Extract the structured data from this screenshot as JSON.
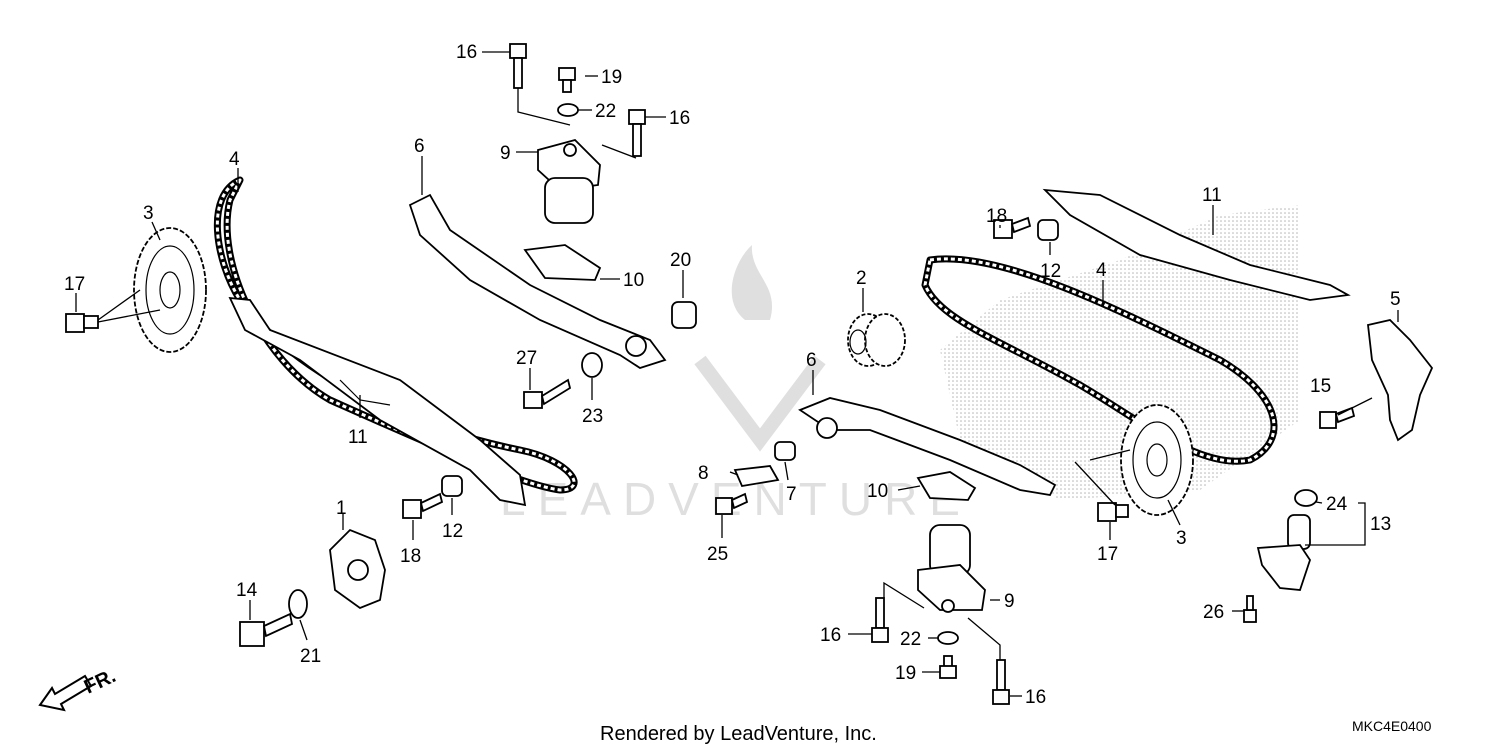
{
  "callouts": {
    "c1": "1",
    "c2": "2",
    "c3a": "3",
    "c3b": "3",
    "c4a": "4",
    "c4b": "4",
    "c5": "5",
    "c6a": "6",
    "c6b": "6",
    "c7": "7",
    "c8": "8",
    "c9a": "9",
    "c9b": "9",
    "c10a": "10",
    "c10b": "10",
    "c11a": "11",
    "c11b": "11",
    "c12a": "12",
    "c12b": "12",
    "c13": "13",
    "c14": "14",
    "c15": "15",
    "c16a": "16",
    "c16b": "16",
    "c16c": "16",
    "c16d": "16",
    "c17a": "17",
    "c17b": "17",
    "c18a": "18",
    "c18b": "18",
    "c19a": "19",
    "c19b": "19",
    "c20": "20",
    "c21": "21",
    "c22a": "22",
    "c22b": "22",
    "c23": "23",
    "c24": "24",
    "c25": "25",
    "c26": "26",
    "c27": "27"
  },
  "direction_label": "FR.",
  "footer_text": "Rendered by LeadVenture, Inc.",
  "diagram_code": "MKC4E0400"
}
